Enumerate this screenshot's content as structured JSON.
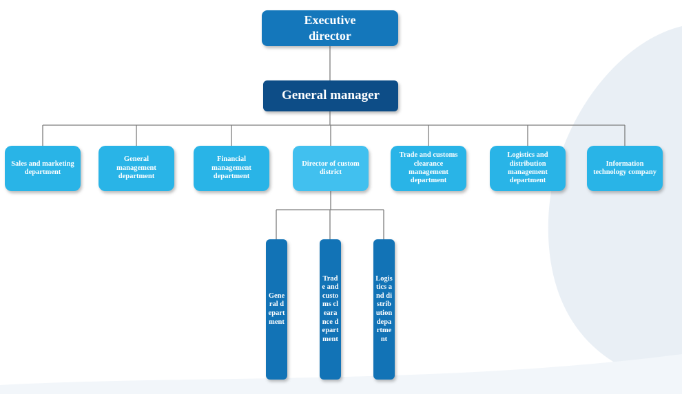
{
  "colors": {
    "executive_box": "#1477bb",
    "manager_box": "#0d4d87",
    "department_box": "#29b4e7",
    "director_box": "#41c0ef",
    "sub_box": "#1273b6",
    "connector": "#7d7d7d",
    "text": "#ffffff",
    "swoosh": "#e9eff5",
    "swoosh2": "#f2f6fa",
    "background": "#ffffff"
  },
  "nodes": {
    "executive_director": {
      "label": "Executive director"
    },
    "general_manager": {
      "label": "General manager"
    },
    "departments": [
      {
        "label": "Sales and marketing department"
      },
      {
        "label": "General management department"
      },
      {
        "label": "Financial management department"
      },
      {
        "label": "Director of custom district"
      },
      {
        "label": "Trade and customs clearance management department"
      },
      {
        "label": "Logistics and distribution management department"
      },
      {
        "label": "Information technology company"
      }
    ],
    "sub_departments": [
      {
        "label": "General department"
      },
      {
        "label": "Trade and customs clearance department"
      },
      {
        "label": "Logistics and distribution department"
      }
    ]
  }
}
